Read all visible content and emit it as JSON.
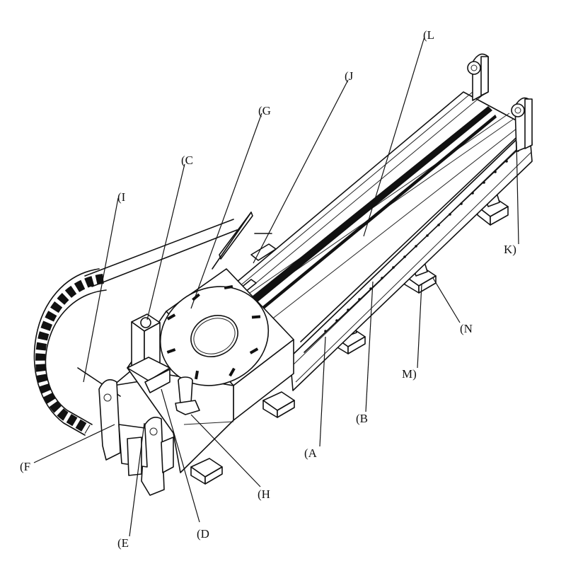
{
  "labels": {
    "A": "(A",
    "B": "(B",
    "C": "(C",
    "D": "(D",
    "E": "(E",
    "F": "(F",
    "G": "(G",
    "H": "(H",
    "I": "(I",
    "J": "(J",
    "K": "K)",
    "L": "(L",
    "M": "M)",
    "N": "(N"
  }
}
